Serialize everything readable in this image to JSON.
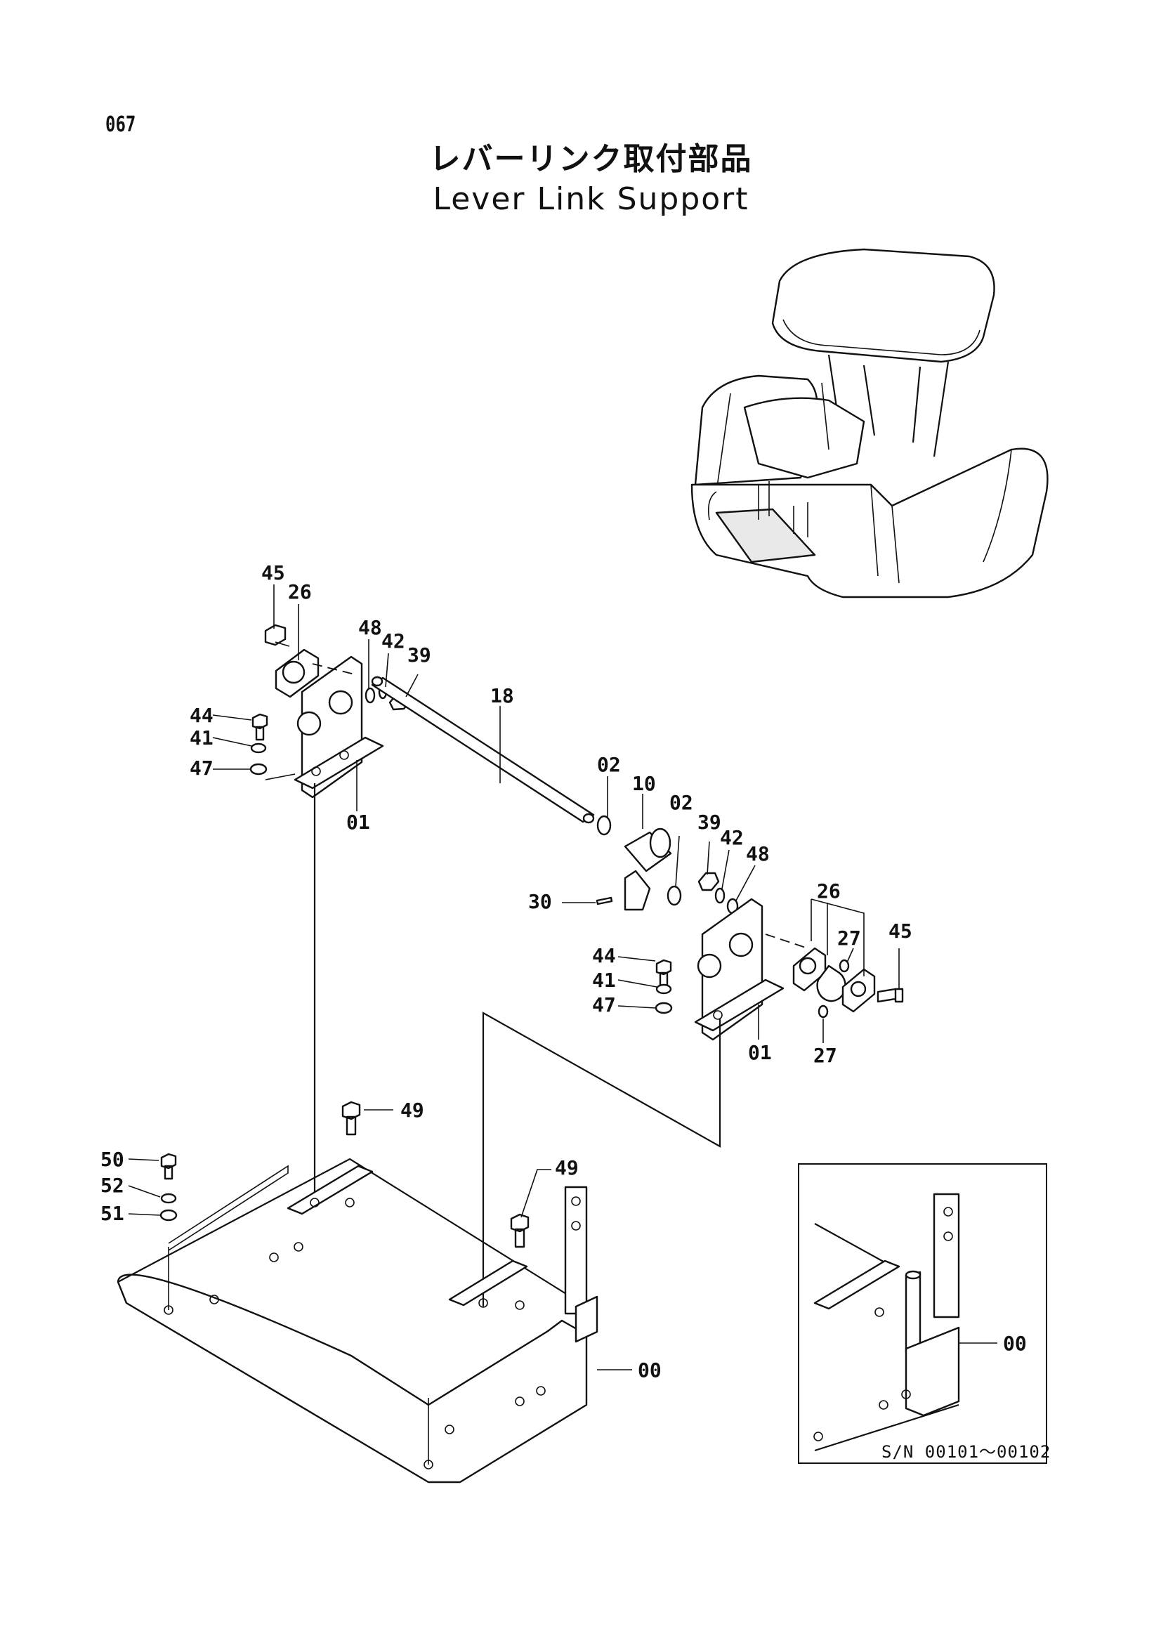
{
  "page": {
    "number": "067"
  },
  "title": {
    "japanese": "レバーリンク取付部品",
    "english": "Lever Link Support"
  },
  "callouts": [
    {
      "id": "c45a",
      "text": "45"
    },
    {
      "id": "c26a",
      "text": "26"
    },
    {
      "id": "c48a",
      "text": "48"
    },
    {
      "id": "c42a",
      "text": "42"
    },
    {
      "id": "c39a",
      "text": "39"
    },
    {
      "id": "c18",
      "text": "18"
    },
    {
      "id": "c44a",
      "text": "44"
    },
    {
      "id": "c41a",
      "text": "41"
    },
    {
      "id": "c47a",
      "text": "47"
    },
    {
      "id": "c01a",
      "text": "01"
    },
    {
      "id": "c02a",
      "text": "02"
    },
    {
      "id": "c10",
      "text": "10"
    },
    {
      "id": "c02b",
      "text": "02"
    },
    {
      "id": "c39b",
      "text": "39"
    },
    {
      "id": "c42b",
      "text": "42"
    },
    {
      "id": "c48b",
      "text": "48"
    },
    {
      "id": "c30",
      "text": "30"
    },
    {
      "id": "c26b",
      "text": "26"
    },
    {
      "id": "c27a",
      "text": "27"
    },
    {
      "id": "c45b",
      "text": "45"
    },
    {
      "id": "c44b",
      "text": "44"
    },
    {
      "id": "c41b",
      "text": "41"
    },
    {
      "id": "c47b",
      "text": "47"
    },
    {
      "id": "c01b",
      "text": "01"
    },
    {
      "id": "c27b",
      "text": "27"
    },
    {
      "id": "c49a",
      "text": "49"
    },
    {
      "id": "c50",
      "text": "50"
    },
    {
      "id": "c52",
      "text": "52"
    },
    {
      "id": "c51",
      "text": "51"
    },
    {
      "id": "c49b",
      "text": "49"
    },
    {
      "id": "c00a",
      "text": "00"
    },
    {
      "id": "c00b",
      "text": "00"
    }
  ],
  "inset": {
    "serial_range": "S/N 00101～00102"
  }
}
